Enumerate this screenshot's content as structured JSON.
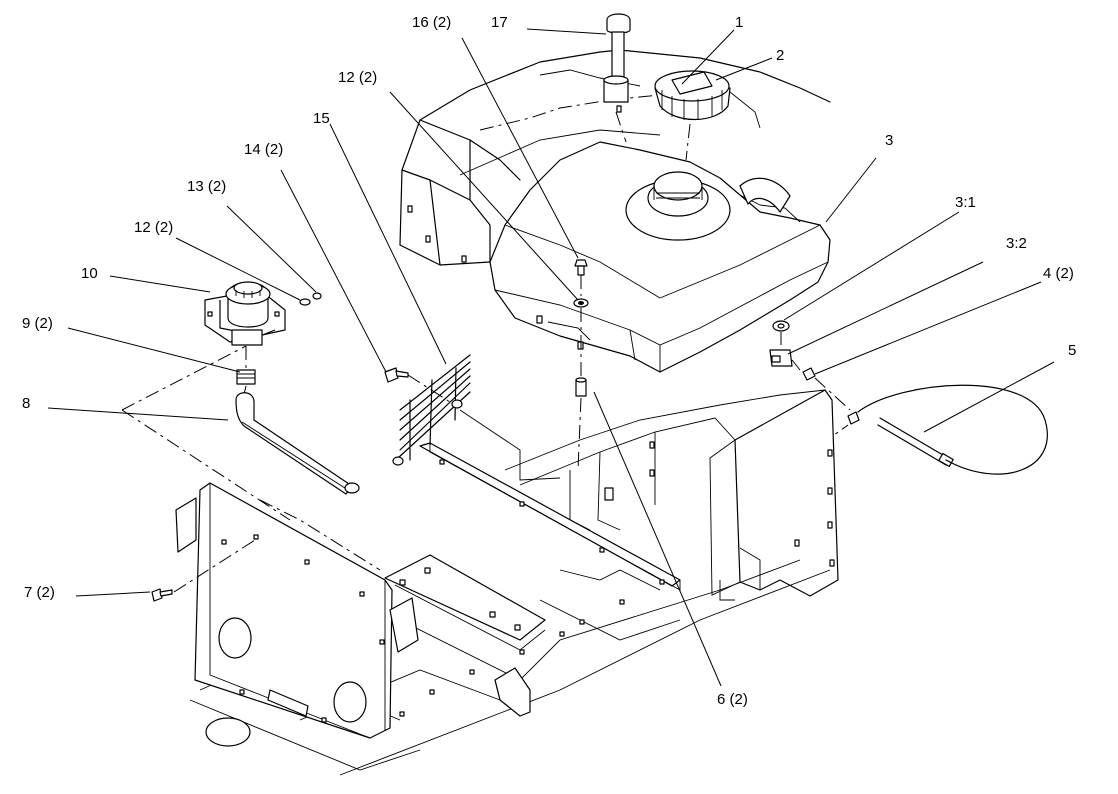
{
  "callouts": [
    {
      "id": "c17",
      "text": "17"
    },
    {
      "id": "c16",
      "text": "16 (2)"
    },
    {
      "id": "c1",
      "text": "1"
    },
    {
      "id": "c2",
      "text": "2"
    },
    {
      "id": "c12a",
      "text": "12 (2)"
    },
    {
      "id": "c15",
      "text": "15"
    },
    {
      "id": "c14",
      "text": "14 (2)"
    },
    {
      "id": "c13",
      "text": "13 (2)"
    },
    {
      "id": "c12b",
      "text": "12 (2)"
    },
    {
      "id": "c10",
      "text": "10"
    },
    {
      "id": "c9",
      "text": "9 (2)"
    },
    {
      "id": "c8",
      "text": "8"
    },
    {
      "id": "c3",
      "text": "3"
    },
    {
      "id": "c31",
      "text": "3:1"
    },
    {
      "id": "c32",
      "text": "3:2"
    },
    {
      "id": "c4",
      "text": "4 (2)"
    },
    {
      "id": "c5",
      "text": "5"
    },
    {
      "id": "c7",
      "text": "7 (2)"
    },
    {
      "id": "c6",
      "text": "6 (2)"
    }
  ]
}
